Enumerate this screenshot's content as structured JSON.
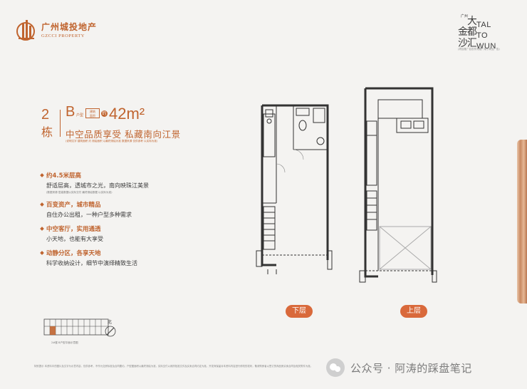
{
  "brand": {
    "name_cn": "广州城投地产",
    "name_en": "GZCCI PROPERTY"
  },
  "project": {
    "name_cn_chars": [
      "广州",
      "金",
      "沙"
    ],
    "big_chars": [
      "大",
      "都",
      "汇"
    ],
    "name_en_lines": [
      "TAL",
      "TO",
      "WUN"
    ],
    "subtitle": "(项目推广名仅作为推广用于商业广告)"
  },
  "heading": {
    "building_number": "2",
    "building_unit": "栋",
    "unit_type": "B",
    "unit_type_suffix": "户型",
    "area_label_lines": [
      "建筑",
      "面积"
    ],
    "approx_symbol": "约",
    "area": "42m²",
    "slogan": "中空品质享受 私藏南向江景",
    "slogan_note": "(说明文字 建筑面积 约 测绘面积 以最终测绘为准 数据来源 仅供参考 以实际为准)"
  },
  "features": [
    {
      "title": "约4.5米层高",
      "desc": "舒适层高，透城市之光，南向映珠江美景",
      "note": "(数据来源 层高数据以实际交付 最终测绘数据 以实际为准)"
    },
    {
      "title": "百变资产，城市精品",
      "desc": "自住办公出租，一种户型多种需求",
      "note": ""
    },
    {
      "title": "中空客厅，实用通透",
      "desc": "小天地，也能有大享受",
      "note": ""
    },
    {
      "title": "动静分区，各享天地",
      "desc": "科学收纳设计，细节中演绎精致生活",
      "note": ""
    }
  ],
  "keyplan": {
    "label": "2#楼 B户型平面示意图",
    "north_label": "北"
  },
  "floors": {
    "lower_label": "下层",
    "upper_label": "上层"
  },
  "footer": {
    "note": "特别提示 本资料中的图片及文字为示意内容，仅供参考，不作为交房标准及合同要约。户型图面积以最终测绘为准，实际交付以政府批准文件及买卖合同约定为准。开发商保留对本资料内容进行修改的权利，敬请购房者以签订的商品房买卖合同及相关附件为准。"
  },
  "watermark": {
    "text": "公众号 · 阿涛的踩盘笔记"
  },
  "colors": {
    "accent": "#c0642f",
    "button": "#d9693b",
    "background": "#f4f3f1"
  }
}
